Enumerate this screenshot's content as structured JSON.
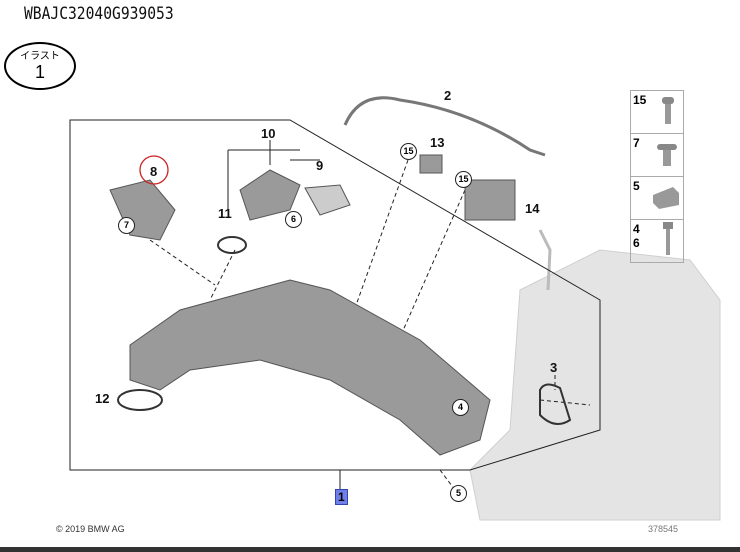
{
  "vin": "WBAJC32040G939053",
  "illustration": {
    "label": "イラスト",
    "number": "1"
  },
  "callouts": {
    "c1": "1",
    "c2": "2",
    "c3": "3",
    "c4": "4",
    "c5": "5",
    "c6": "6",
    "c7": "7",
    "c8": "8",
    "c9": "9",
    "c10": "10",
    "c11": "11",
    "c12": "12",
    "c13": "13",
    "c14": "14",
    "c15a": "15",
    "c15b": "15"
  },
  "legend": [
    {
      "label": "15"
    },
    {
      "label": "7"
    },
    {
      "label": "5"
    },
    {
      "label": "4",
      "label2": "6"
    }
  ],
  "copyright": "© 2019 BMW AG",
  "image_number": "378545",
  "colors": {
    "highlight": "#6f7fe8",
    "selected_ring": "#cc2222"
  }
}
